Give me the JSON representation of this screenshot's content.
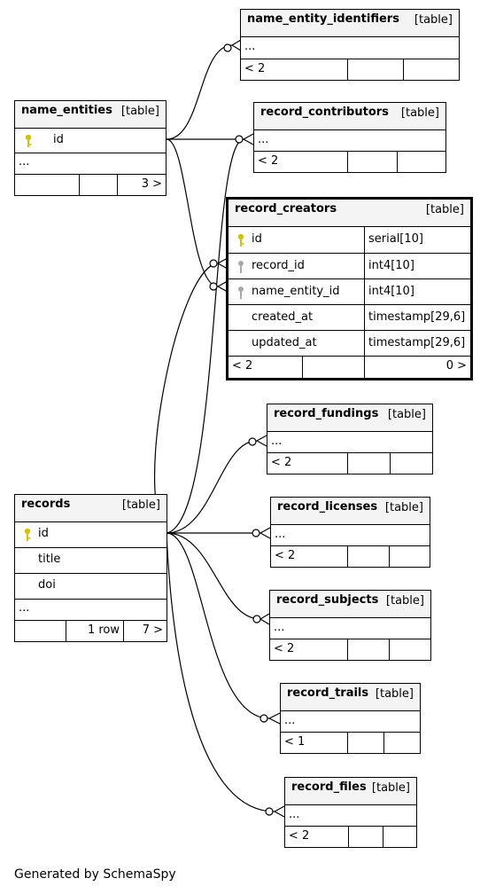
{
  "footer": "Generated by SchemaSpy",
  "colors": {
    "primary_key": "#d4c400",
    "foreign_key": "#a9a9a9",
    "header_bg": "#f4f4f4"
  },
  "tables": {
    "name_entity_identifiers": {
      "name": "name_entity_identifiers",
      "type": "[table]",
      "ellipsis": "...",
      "foot": {
        "parents": "< 2"
      }
    },
    "name_entities": {
      "name": "name_entities",
      "type": "[table]",
      "col_id": "id",
      "ellipsis": "...",
      "foot": {
        "children": "3 >"
      }
    },
    "record_contributors": {
      "name": "record_contributors",
      "type": "[table]",
      "ellipsis": "...",
      "foot": {
        "parents": "< 2"
      }
    },
    "record_creators": {
      "name": "record_creators",
      "type": "[table]",
      "columns": [
        {
          "name": "id",
          "dtype": "serial[10]",
          "key": "primary-key-icon"
        },
        {
          "name": "record_id",
          "dtype": "int4[10]",
          "key": "foreign-key-icon"
        },
        {
          "name": "name_entity_id",
          "dtype": "int4[10]",
          "key": "foreign-key-icon"
        },
        {
          "name": "created_at",
          "dtype": "timestamp[29,6]"
        },
        {
          "name": "updated_at",
          "dtype": "timestamp[29,6]"
        }
      ],
      "foot": {
        "parents": "< 2",
        "children": "0 >"
      }
    },
    "record_fundings": {
      "name": "record_fundings",
      "type": "[table]",
      "ellipsis": "...",
      "foot": {
        "parents": "< 2"
      }
    },
    "records": {
      "name": "records",
      "type": "[table]",
      "columns": [
        {
          "name": "id",
          "key": "primary-key-icon"
        },
        {
          "name": "title"
        },
        {
          "name": "doi"
        }
      ],
      "ellipsis": "...",
      "foot": {
        "rows": "1 row",
        "children": "7 >"
      }
    },
    "record_licenses": {
      "name": "record_licenses",
      "type": "[table]",
      "ellipsis": "...",
      "foot": {
        "parents": "< 2"
      }
    },
    "record_subjects": {
      "name": "record_subjects",
      "type": "[table]",
      "ellipsis": "...",
      "foot": {
        "parents": "< 2"
      }
    },
    "record_trails": {
      "name": "record_trails",
      "type": "[table]",
      "ellipsis": "...",
      "foot": {
        "parents": "< 1"
      }
    },
    "record_files": {
      "name": "record_files",
      "type": "[table]",
      "ellipsis": "...",
      "foot": {
        "parents": "< 2"
      }
    }
  }
}
